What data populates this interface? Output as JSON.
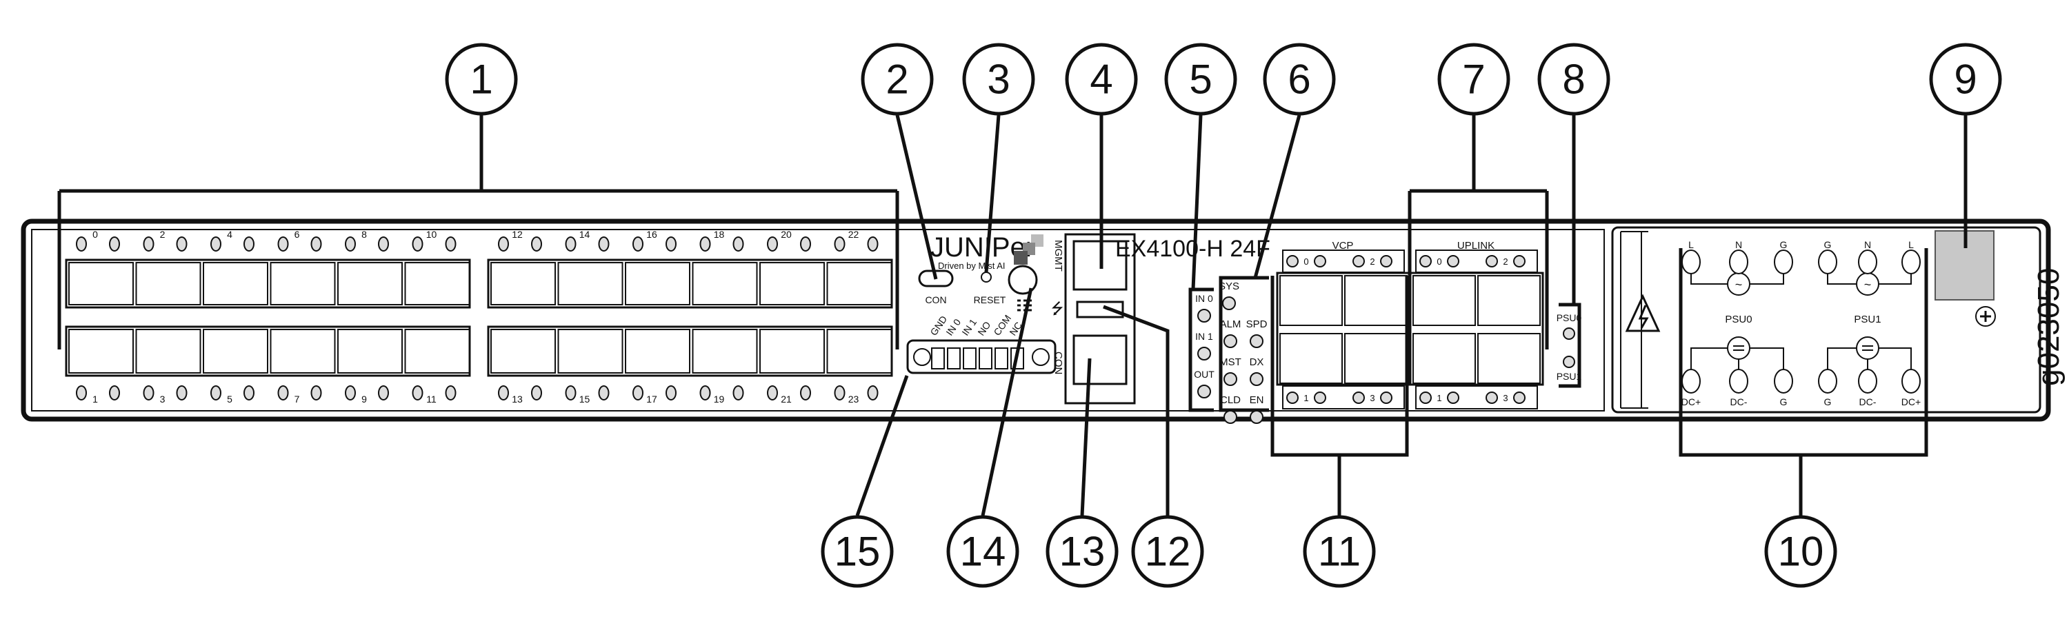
{
  "callouts": [
    "1",
    "2",
    "3",
    "4",
    "5",
    "6",
    "7",
    "8",
    "9",
    "10",
    "11",
    "12",
    "13",
    "14",
    "15"
  ],
  "figure_id": "g023050",
  "model": "EX4100-H 24F",
  "logo": {
    "brand": "JUNIPer",
    "tagline": "Driven by Mist AI"
  },
  "sfp_ports": {
    "top_labels": [
      "0",
      "2",
      "4",
      "6",
      "8",
      "10",
      "12",
      "14",
      "16",
      "18",
      "20",
      "22"
    ],
    "bottom_labels": [
      "1",
      "3",
      "5",
      "7",
      "9",
      "11",
      "13",
      "15",
      "17",
      "19",
      "21",
      "23"
    ]
  },
  "console": {
    "con_label": "CON",
    "reset_label": "RESET",
    "mgmt_label": "MGMT",
    "con_rj45_label": "CON"
  },
  "alarm_connector": [
    "GND",
    "IN 0",
    "IN 1",
    "NO",
    "COM",
    "NC"
  ],
  "alarm_leds": [
    "IN 0",
    "IN 1",
    "OUT"
  ],
  "status_leds": {
    "top": "SYS",
    "left": [
      "ALM",
      "MST",
      "CLD"
    ],
    "right": [
      "SPD",
      "DX",
      "EN"
    ]
  },
  "vcp": {
    "label": "VCP",
    "top": [
      "0",
      "2"
    ],
    "bottom": [
      "1",
      "3"
    ]
  },
  "uplink": {
    "label": "UPLINK",
    "top": [
      "0",
      "2"
    ],
    "bottom": [
      "1",
      "3"
    ]
  },
  "psu_leds": [
    "PSU0",
    "PSU1"
  ],
  "power": {
    "psu0": {
      "label": "PSU0",
      "ac": [
        "L",
        "N",
        "G"
      ],
      "dc": [
        "DC+",
        "DC-",
        "G"
      ]
    },
    "psu1": {
      "label": "PSU1",
      "ac": [
        "G",
        "N",
        "L"
      ],
      "dc": [
        "G",
        "DC-",
        "DC+"
      ]
    }
  }
}
